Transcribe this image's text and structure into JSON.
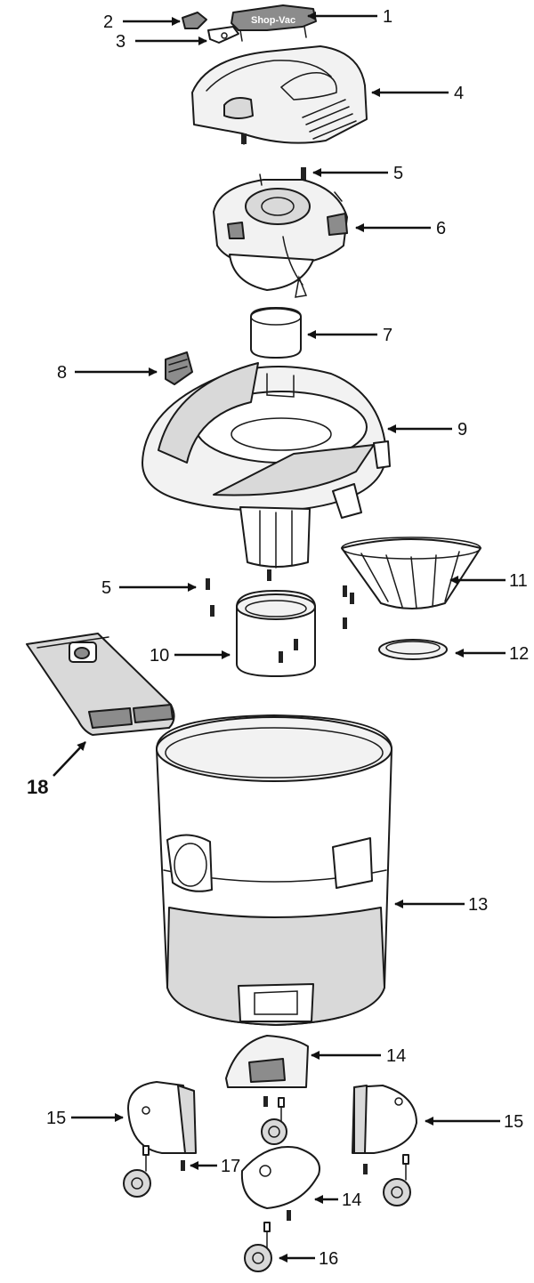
{
  "callouts": [
    {
      "id": "c1",
      "label": "1"
    },
    {
      "id": "c2",
      "label": "2"
    },
    {
      "id": "c3",
      "label": "3"
    },
    {
      "id": "c4",
      "label": "4"
    },
    {
      "id": "c5a",
      "label": "5"
    },
    {
      "id": "c6",
      "label": "6"
    },
    {
      "id": "c7",
      "label": "7"
    },
    {
      "id": "c8",
      "label": "8"
    },
    {
      "id": "c9",
      "label": "9"
    },
    {
      "id": "c5b",
      "label": "5"
    },
    {
      "id": "c11",
      "label": "11"
    },
    {
      "id": "c10",
      "label": "10"
    },
    {
      "id": "c12",
      "label": "12"
    },
    {
      "id": "c18",
      "label": "18"
    },
    {
      "id": "c13",
      "label": "13"
    },
    {
      "id": "c14a",
      "label": "14"
    },
    {
      "id": "c15a",
      "label": "15"
    },
    {
      "id": "c15b",
      "label": "15"
    },
    {
      "id": "c17",
      "label": "17"
    },
    {
      "id": "c14b",
      "label": "14"
    },
    {
      "id": "c16",
      "label": "16"
    }
  ],
  "handle_brand_text": "Shop-Vac"
}
